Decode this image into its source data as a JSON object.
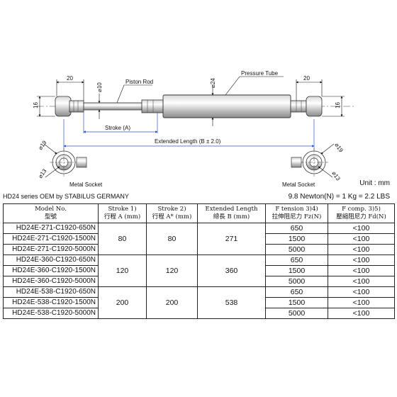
{
  "drawing": {
    "dims": {
      "left_width": "20",
      "rod_dia": "⌀10",
      "tube_dia": "⌀24",
      "right_width": "20",
      "left_height": "16",
      "right_height": "16",
      "left_socket_outer": "⌀19",
      "left_socket_inner": "⌀13",
      "right_socket_outer": "⌀19",
      "right_socket_inner": "⌀13"
    },
    "labels": {
      "piston_rod": "Piston Rod",
      "pressure_tube": "Pressure Tube",
      "stroke": "Stroke (A)",
      "extended_length": "Extended Length (B ± 2.0)",
      "left_socket": "Metal Socket",
      "right_socket": "Metal Socket"
    }
  },
  "unit_note": "Unit : mm",
  "series_note": "HD24 series OEM by STABILUS GERMANY",
  "conversion_note": "9.8 Newton(N) = 1 Kg = 2.2 LBS",
  "table": {
    "headers": [
      {
        "en": "Model No.",
        "zh": "型號"
      },
      {
        "en": "Stroke 1)",
        "zh": "行程 A (mm)"
      },
      {
        "en": "Stroke 2)",
        "zh": "行程 A* (mm)"
      },
      {
        "en": "Extended Length",
        "zh": "總長 B (mm)"
      },
      {
        "en": "F tension 3)4)",
        "zh": "拉伸阻尼力 Fz(N)"
      },
      {
        "en": "F comp. 3)5)",
        "zh": "壓縮阻尼力 Fd(N)"
      }
    ],
    "groups": [
      {
        "stroke1": "80",
        "stroke2": "80",
        "length": "271",
        "rows": [
          {
            "model": "HD24E-271-C1920-650N",
            "tension": "650",
            "comp": "<100"
          },
          {
            "model": "HD24E-271-C1920-1500N",
            "tension": "1500",
            "comp": "<100"
          },
          {
            "model": "HD24E-271-C1920-5000N",
            "tension": "5000",
            "comp": "<100"
          }
        ]
      },
      {
        "stroke1": "120",
        "stroke2": "120",
        "length": "360",
        "rows": [
          {
            "model": "HD24E-360-C1920-650N",
            "tension": "650",
            "comp": "<100"
          },
          {
            "model": "HD24E-360-C1920-1500N",
            "tension": "1500",
            "comp": "<100"
          },
          {
            "model": "HD24E-360-C1920-5000N",
            "tension": "5000",
            "comp": "<100"
          }
        ]
      },
      {
        "stroke1": "200",
        "stroke2": "200",
        "length": "538",
        "rows": [
          {
            "model": "HD24E-538-C1920-650N",
            "tension": "650",
            "comp": "<100"
          },
          {
            "model": "HD24E-538-C1920-1500N",
            "tension": "1500",
            "comp": "<100"
          },
          {
            "model": "HD24E-538-C1920-5000N",
            "tension": "5000",
            "comp": "<100"
          }
        ]
      }
    ]
  }
}
